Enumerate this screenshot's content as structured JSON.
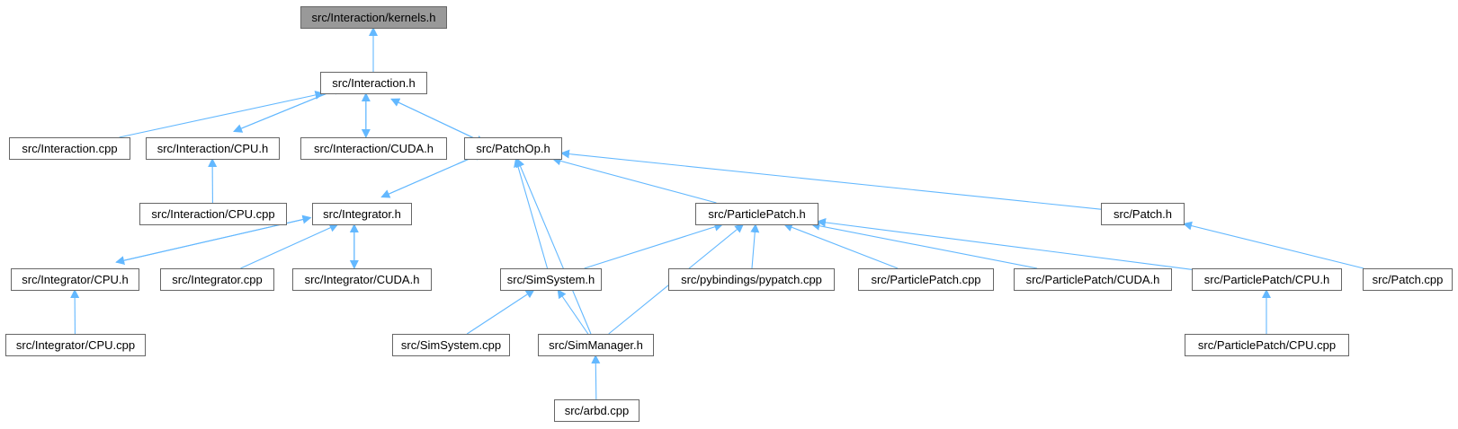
{
  "diagram": {
    "nodes": [
      {
        "id": "kernels",
        "label": "src/Interaction/kernels.h",
        "highlighted": true
      },
      {
        "id": "interaction_h",
        "label": "src/Interaction.h"
      },
      {
        "id": "interaction_cpp",
        "label": "src/Interaction.cpp"
      },
      {
        "id": "interaction_cpu_h",
        "label": "src/Interaction/CPU.h"
      },
      {
        "id": "interaction_cuda_h",
        "label": "src/Interaction/CUDA.h"
      },
      {
        "id": "patchop_h",
        "label": "src/PatchOp.h"
      },
      {
        "id": "interaction_cpu_cpp",
        "label": "src/Interaction/CPU.cpp"
      },
      {
        "id": "integrator_h",
        "label": "src/Integrator.h"
      },
      {
        "id": "particlepatch_h",
        "label": "src/ParticlePatch.h"
      },
      {
        "id": "patch_h",
        "label": "src/Patch.h"
      },
      {
        "id": "integrator_cpu_h",
        "label": "src/Integrator/CPU.h"
      },
      {
        "id": "integrator_cpp",
        "label": "src/Integrator.cpp"
      },
      {
        "id": "integrator_cuda_h",
        "label": "src/Integrator/CUDA.h"
      },
      {
        "id": "simsystem_h",
        "label": "src/SimSystem.h"
      },
      {
        "id": "pypatch_cpp",
        "label": "src/pybindings/pypatch.cpp"
      },
      {
        "id": "particlepatch_cpp",
        "label": "src/ParticlePatch.cpp"
      },
      {
        "id": "particlepatch_cuda_h",
        "label": "src/ParticlePatch/CUDA.h"
      },
      {
        "id": "particlepatch_cpu_h",
        "label": "src/ParticlePatch/CPU.h"
      },
      {
        "id": "patch_cpp",
        "label": "src/Patch.cpp"
      },
      {
        "id": "integrator_cpu_cpp",
        "label": "src/Integrator/CPU.cpp"
      },
      {
        "id": "simsystem_cpp",
        "label": "src/SimSystem.cpp"
      },
      {
        "id": "simmanager_h",
        "label": "src/SimManager.h"
      },
      {
        "id": "particlepatch_cpu_cpp",
        "label": "src/ParticlePatch/CPU.cpp"
      },
      {
        "id": "arbd_cpp",
        "label": "src/arbd.cpp"
      }
    ],
    "edges": [
      {
        "from": "interaction_h",
        "to": "kernels"
      },
      {
        "from": "interaction_cpp",
        "to": "interaction_h"
      },
      {
        "from": "interaction_cpu_h",
        "to": "interaction_h"
      },
      {
        "from": "interaction_h",
        "to": "interaction_cpu_h"
      },
      {
        "from": "interaction_cuda_h",
        "to": "interaction_h"
      },
      {
        "from": "interaction_h",
        "to": "interaction_cuda_h"
      },
      {
        "from": "patchop_h",
        "to": "interaction_h"
      },
      {
        "from": "interaction_h",
        "to": "patchop_h"
      },
      {
        "from": "interaction_cpu_cpp",
        "to": "interaction_cpu_h"
      },
      {
        "from": "integrator_h",
        "to": "patchop_h"
      },
      {
        "from": "patchop_h",
        "to": "integrator_h"
      },
      {
        "from": "simsystem_h",
        "to": "patchop_h"
      },
      {
        "from": "simmanager_h",
        "to": "patchop_h"
      },
      {
        "from": "particlepatch_h",
        "to": "patchop_h"
      },
      {
        "from": "patch_h",
        "to": "patchop_h"
      },
      {
        "from": "integrator_cpu_h",
        "to": "integrator_h"
      },
      {
        "from": "integrator_h",
        "to": "integrator_cpu_h"
      },
      {
        "from": "integrator_cpp",
        "to": "integrator_h"
      },
      {
        "from": "integrator_cuda_h",
        "to": "integrator_h"
      },
      {
        "from": "integrator_h",
        "to": "integrator_cuda_h"
      },
      {
        "from": "integrator_cpu_cpp",
        "to": "integrator_cpu_h"
      },
      {
        "from": "simsystem_h",
        "to": "particlepatch_h"
      },
      {
        "from": "simmanager_h",
        "to": "particlepatch_h"
      },
      {
        "from": "pypatch_cpp",
        "to": "particlepatch_h"
      },
      {
        "from": "particlepatch_cpp",
        "to": "particlepatch_h"
      },
      {
        "from": "particlepatch_cuda_h",
        "to": "particlepatch_h"
      },
      {
        "from": "particlepatch_cpu_h",
        "to": "particlepatch_h"
      },
      {
        "from": "patch_cpp",
        "to": "patch_h"
      },
      {
        "from": "simsystem_cpp",
        "to": "simsystem_h"
      },
      {
        "from": "simmanager_h",
        "to": "simsystem_h"
      },
      {
        "from": "arbd_cpp",
        "to": "simmanager_h"
      },
      {
        "from": "particlepatch_cpu_cpp",
        "to": "particlepatch_cpu_h"
      }
    ]
  },
  "colors": {
    "edge": "#63b8ff",
    "node_border": "#666666",
    "node_fill": "#ffffff",
    "root_fill": "#999999",
    "text": "#000000"
  }
}
